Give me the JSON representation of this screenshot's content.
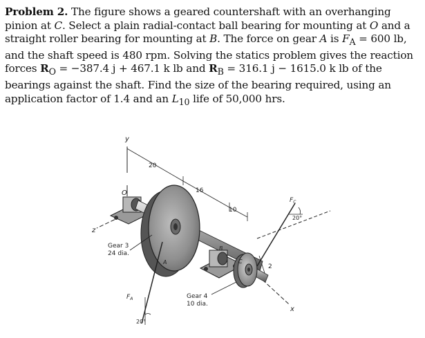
{
  "problem": {
    "heading": "Problem 2.",
    "text_1": " The figure shows a geared countershaft with an overhanging pinion at ",
    "point_c": "C",
    "text_2": ". Select a plain radial-contact ball bearing for mounting at ",
    "point_o": "O",
    "text_3": " and a straight roller bearing for mounting at ",
    "point_b": "B",
    "text_4": ". The force on gear ",
    "point_a": "A",
    "text_5": " is ",
    "force_a": "F",
    "force_a_sub": "A",
    "text_6": " = 600 lb, and the shaft speed is 480 rpm. Solving the statics problem gives the reaction forces ",
    "reaction_o": "R",
    "reaction_o_sub": "O",
    "text_7": " = −387.4 j + 467.1 k lb and ",
    "reaction_b": "R",
    "reaction_b_sub": "B",
    "text_8": " = 316.1 j − 1615.0 k lb of the bearings against the shaft. Find the size of the bearing required, using an application factor of 1.4 and an ",
    "life": "L",
    "life_sub": "10",
    "text_9": " life of 50,000 hrs."
  },
  "figure": {
    "axis_y": "y",
    "axis_z": "z",
    "axis_x": "x",
    "point_o": "O",
    "point_a": "A",
    "point_b": "B",
    "point_c": "C",
    "dim_20": "20",
    "dim_16": "16",
    "dim_10": "10",
    "dim_2": "2",
    "gear3_line1": "Gear 3",
    "gear3_line2": "24 dia.",
    "gear4_line1": "Gear 4",
    "gear4_line2": "10 dia.",
    "force_a_label": "F",
    "force_a_sub": "A",
    "force_c_label": "F",
    "force_c_sub": "C",
    "angle_a": "20°",
    "angle_c": "20°"
  }
}
